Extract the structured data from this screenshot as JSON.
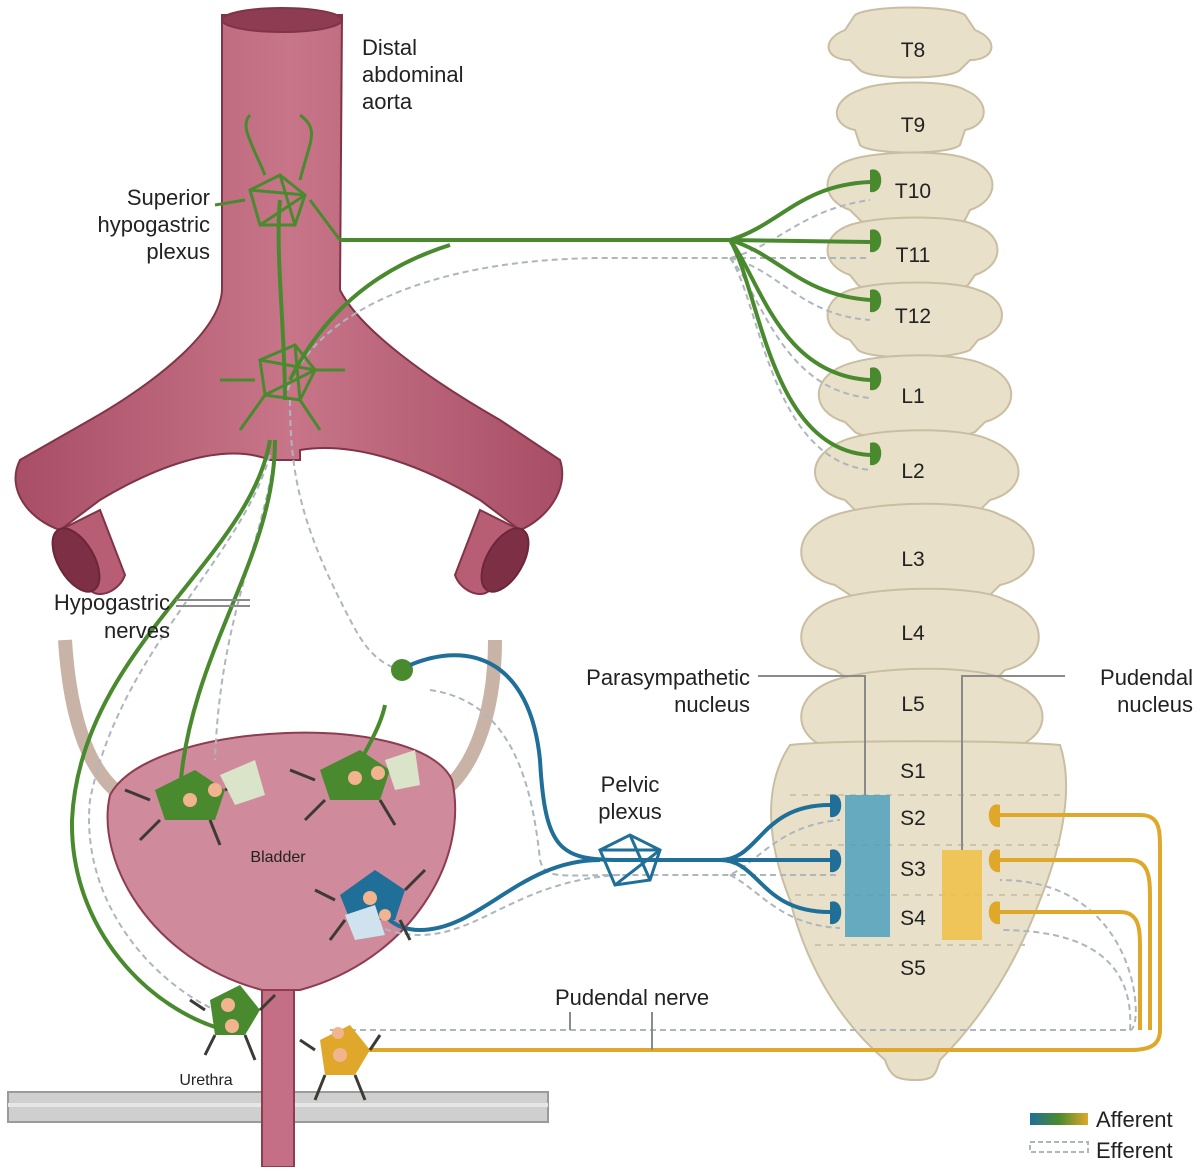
{
  "labels": {
    "aorta": [
      "Distal",
      "abdominal",
      "aorta"
    ],
    "superior_plexus": [
      "Superior",
      "hypogastric",
      "plexus"
    ],
    "hypogastric_nerves": [
      "Hypogastric",
      "nerves"
    ],
    "bladder": "Bladder",
    "urethra": "Urethra",
    "pelvic_plexus": [
      "Pelvic",
      "plexus"
    ],
    "parasympathetic_nucleus": [
      "Parasympathetic",
      "nucleus"
    ],
    "pudendal_nucleus": [
      "Pudendal",
      "nucleus"
    ],
    "pudendal_nerve": "Pudendal nerve"
  },
  "vertebrae": [
    "T8",
    "T9",
    "T10",
    "T11",
    "T12",
    "L1",
    "L2",
    "L3",
    "L4",
    "L5"
  ],
  "sacral": [
    "S1",
    "S2",
    "S3",
    "S4",
    "S5"
  ],
  "legend": {
    "afferent": "Afferent",
    "efferent": "Efferent"
  },
  "colors": {
    "aorta": "#b0566f",
    "aorta_light": "#cf8a9c",
    "bone": "#e9e0c9",
    "bone_edge": "#c9bea2",
    "green": "#4a8a2f",
    "blue": "#1f6f99",
    "gold": "#e0a82a",
    "efferent": "#aeb6bd"
  }
}
